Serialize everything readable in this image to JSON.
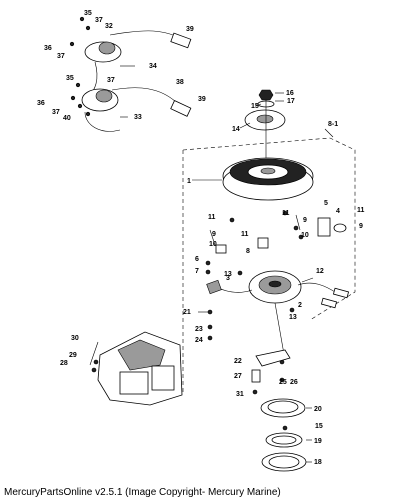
{
  "callouts": {
    "c1": "1",
    "c2": "2",
    "c3": "3",
    "c4": "4",
    "c5": "5",
    "c6": "6",
    "c7": "7",
    "c8": "8",
    "c9a": "9",
    "c9b": "9",
    "c9c": "9",
    "c10a": "10",
    "c10b": "10",
    "c11a": "11",
    "c11b": "11",
    "c11c": "11",
    "c11d": "11",
    "c12": "12",
    "c13a": "13",
    "c13b": "13",
    "c14": "14",
    "c15a": "15",
    "c15b": "15",
    "c16": "16",
    "c17": "17",
    "c18": "18",
    "c19": "19",
    "c20": "20",
    "c21": "21",
    "c22": "22",
    "c23": "23",
    "c24": "24",
    "c25": "25",
    "c26": "26",
    "c27": "27",
    "c28": "28",
    "c29": "29",
    "c30": "30",
    "c31": "31",
    "c32": "32",
    "c33": "33",
    "c34": "34",
    "c35a": "35",
    "c35b": "35",
    "c36a": "36",
    "c36b": "36",
    "c37a": "37",
    "c37b": "37",
    "c37c": "37",
    "c37d": "37",
    "c38": "38",
    "c39a": "39",
    "c39b": "39",
    "c40": "40",
    "c8_1": "8-1"
  },
  "footer": "MercuryPartsOnline v2.5.1 (Image Copyright- Mercury Marine)"
}
